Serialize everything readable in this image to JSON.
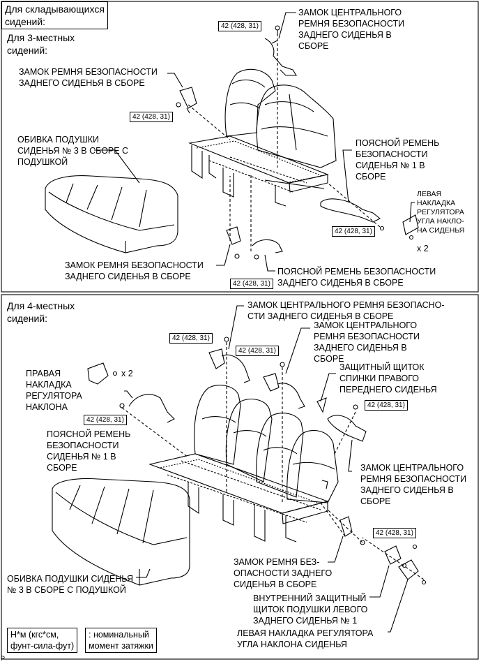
{
  "header": {
    "folding": "Для складывающихся\nсидений:"
  },
  "section_3": {
    "title": "Для 3-местных\nсидений:",
    "labels": {
      "center_buckle": "ЗАМОК ЦЕНТРАЛЬНОГО\nРЕМНЯ БЕЗОПАСНОСТИ\nЗАДНЕГО СИДЕНЬЯ В\nСБОРЕ",
      "rear_buckle_top": "ЗАМОК РЕМНЯ БЕЗОПАСНОСТИ\nЗАДНЕГО СИДЕНЬЯ В СБОРЕ",
      "cushion_cover": "ОБИВКА ПОДУШКИ\nСИДЕНЬЯ № 3 В СБОРЕ С\nПОДУШКОЙ",
      "lap_belt": "ПОЯСНОЙ РЕМЕНЬ\nБЕЗОПАСНОСТИ\nСИДЕНЬЯ № 1 В\nСБОРЕ",
      "left_recliner": "ЛЕВАЯ\nНАКЛАДКА\nРЕГУЛЯТОРА\nУГЛА НАКЛО-\nНА СИДЕНЬЯ",
      "x2": "x 2",
      "rear_buckle_bottom": "ЗАМОК РЕМНЯ БЕЗОПАСНОСТИ\nЗАДНЕГО СИДЕНЬЯ В СБОРЕ",
      "rear_lap_belt": "ПОЯСНОЙ РЕМЕНЬ БЕЗОПАСНОСТИ\nЗАДНЕГО СИДЕНЬЯ В СБОРЕ"
    },
    "torque": "42 (428, 31)"
  },
  "section_4": {
    "title": "Для 4-местных\nсидений:",
    "labels": {
      "center_buckle_a": "ЗАМОК ЦЕНТРАЛЬНОГО РЕМНЯ БЕЗОПАСНО-\nСТИ ЗАДНЕГО СИДЕНЬЯ В СБОРЕ",
      "center_buckle_b": "ЗАМОК ЦЕНТРАЛЬНОГО\nРЕМНЯ БЕЗОПАСНОСТИ\nЗАДНЕГО СИДЕНЬЯ В\nСБОРЕ",
      "front_shield": "ЗАЩИТНЫЙ ЩИТОК\nСПИНКИ ПРАВОГО\nПЕРЕДНЕГО СИДЕНЬЯ",
      "right_recliner": "ПРАВАЯ\nНАКЛАДКА\nРЕГУЛЯТОРА\nНАКЛОНА",
      "x2": "x 2",
      "lap_belt": "ПОЯСНОЙ РЕМЕНЬ\nБЕЗОПАСНОСТИ\nСИДЕНЬЯ № 1 В\nСБОРЕ",
      "center_buckle_c": "ЗАМОК ЦЕНТРАЛЬНОГО\nРЕМНЯ БЕЗОПАСНОСТИ\nЗАДНЕГО СИДЕНЬЯ В\nСБОРЕ",
      "rear_buckle": "ЗАМОК РЕМНЯ БЕЗ-\nОПАСНОСТИ ЗАДНЕГО\nСИДЕНЬЯ В СБОРЕ",
      "cushion_cover": "ОБИВКА ПОДУШКИ СИДЕНЬЯ\n№ 3 В СБОРЕ С ПОДУШКОЙ",
      "inner_shield": "ВНУТРЕННИЙ ЗАЩИТНЫЙ\nЩИТОК ПОДУШКИ ЛЕВОГО\nЗАДНЕГО СИДЕНЬЯ № 1",
      "left_recliner": "ЛЕВАЯ НАКЛАДКА РЕГУЛЯТОРА\nУГЛА НАКЛОНА СИДЕНЬЯ"
    },
    "torque": "42 (428, 31)"
  },
  "legend": {
    "unit": "Н*м (кгс*см,\nфунт-сила-фут)",
    "meaning": ": номинальный\nмомент затяжки"
  },
  "footer_code": "P"
}
